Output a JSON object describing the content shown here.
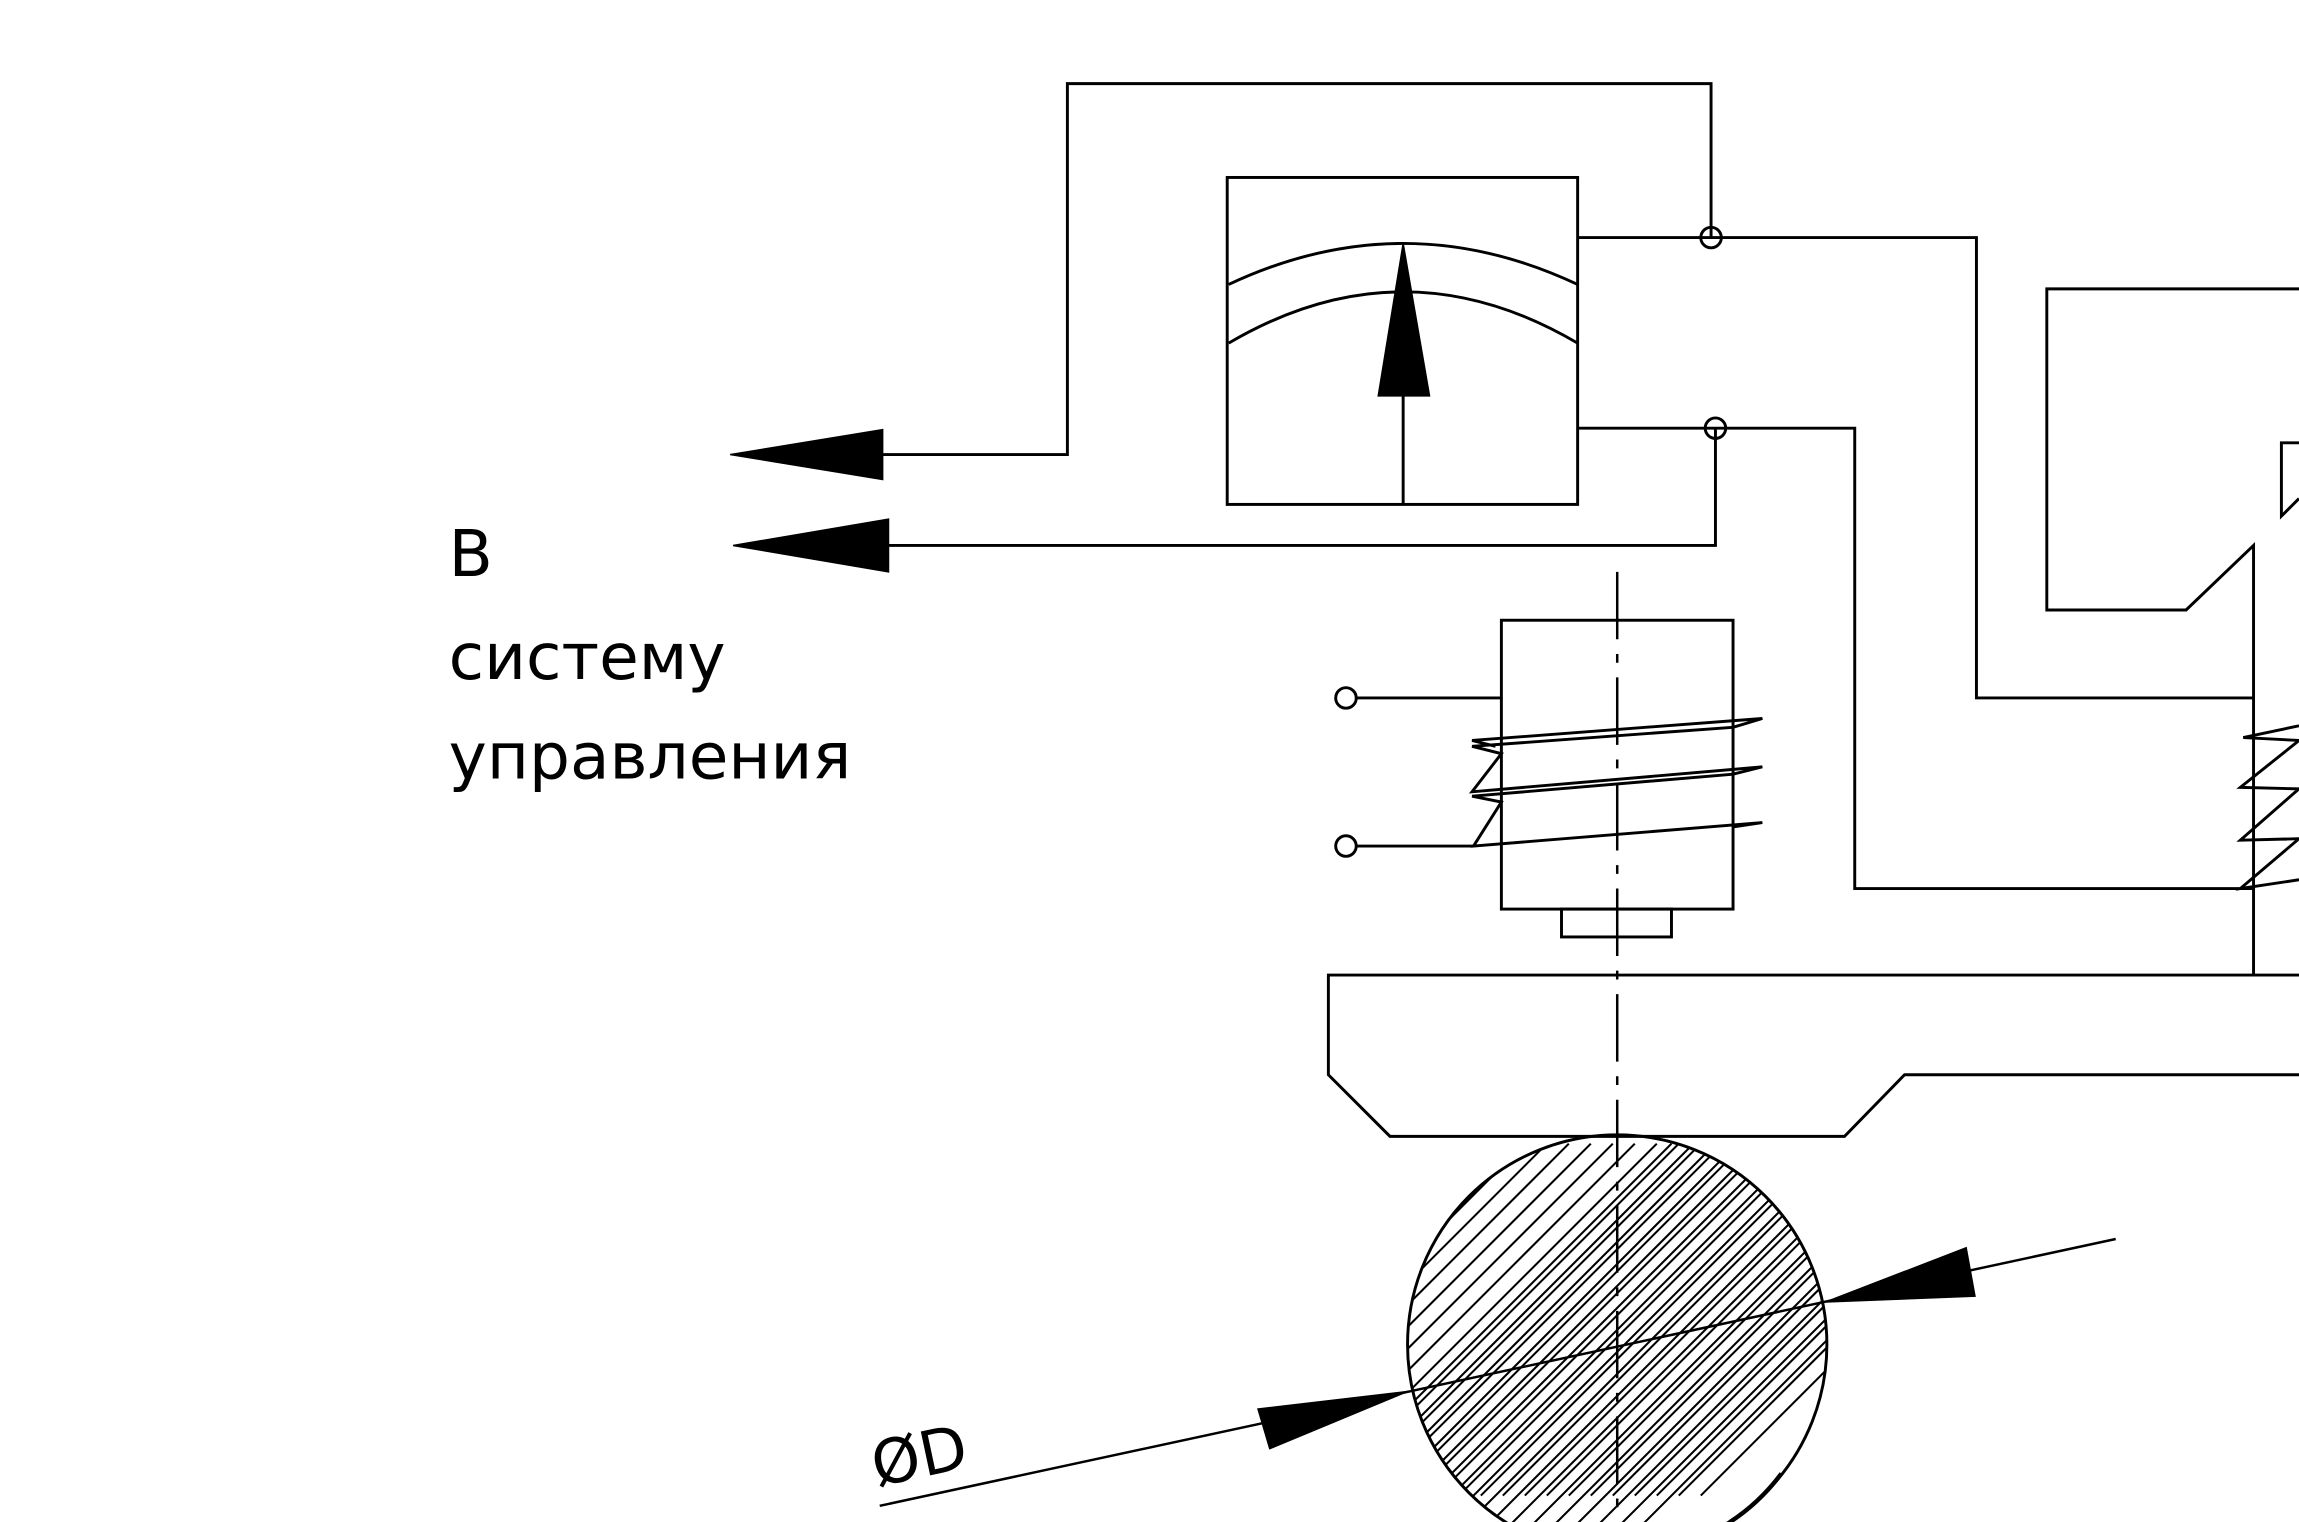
{
  "label": {
    "line1": "В",
    "line2": "систему",
    "line3": "управления"
  },
  "dimension": {
    "text": "ØD"
  },
  "colors": {
    "ink": "#000000",
    "paper": "#ffffff"
  }
}
